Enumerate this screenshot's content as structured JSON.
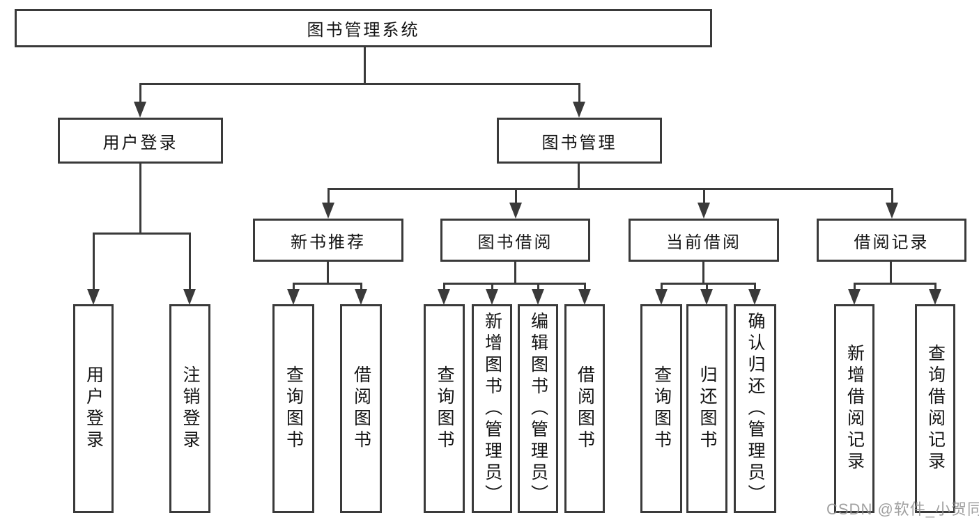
{
  "diagram": {
    "type": "hierarchy-tree",
    "root": {
      "label": "图书管理系统"
    },
    "branches": [
      {
        "label": "用户登录",
        "children": [
          {
            "label": "用户登录"
          },
          {
            "label": "注销登录"
          }
        ]
      },
      {
        "label": "图书管理",
        "children": [
          {
            "label": "新书推荐",
            "children": [
              {
                "label": "查询图书"
              },
              {
                "label": "借阅图书"
              }
            ]
          },
          {
            "label": "图书借阅",
            "children": [
              {
                "label": "查询图书"
              },
              {
                "label": "新增图书（管理员）"
              },
              {
                "label": "编辑图书（管理员）"
              },
              {
                "label": "借阅图书"
              }
            ]
          },
          {
            "label": "当前借阅",
            "children": [
              {
                "label": "查询图书"
              },
              {
                "label": "归还图书"
              },
              {
                "label": "确认归还（管理员）"
              }
            ]
          },
          {
            "label": "借阅记录",
            "children": [
              {
                "label": "新增借阅记录"
              },
              {
                "label": "查询借阅记录"
              }
            ]
          }
        ]
      }
    ]
  },
  "watermark": {
    "text": "CSDN @软件_小贺同学"
  },
  "colors": {
    "line": "#3a3a3a",
    "text": "#141414",
    "background": "#ffffff",
    "watermark": "#919191"
  }
}
